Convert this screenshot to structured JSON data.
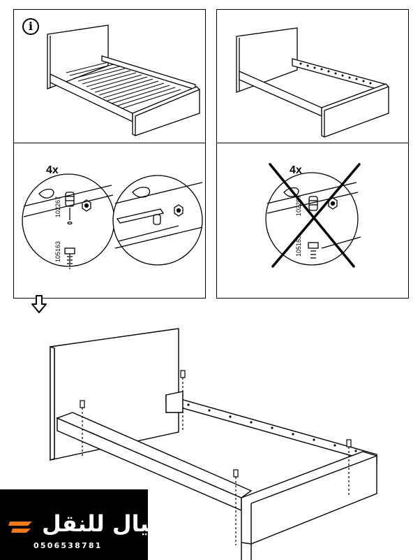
{
  "panels": {
    "top_left": {
      "info_symbol": "i"
    },
    "bottom_left": {
      "quantity": "4x",
      "part_top": "102267",
      "part_bottom": "105163"
    },
    "bottom_right": {
      "quantity": "4x",
      "part_top": "102267",
      "part_bottom": "105163"
    }
  },
  "logo": {
    "brand_text": "أميال للنقل",
    "phone": "0506538781"
  },
  "colors": {
    "line": "#000000",
    "background": "#ffffff",
    "logo_bg": "#000000",
    "logo_accent": "#f07a1a"
  },
  "icons": [
    "info-icon",
    "down-arrow-icon",
    "cross-out-mark"
  ]
}
